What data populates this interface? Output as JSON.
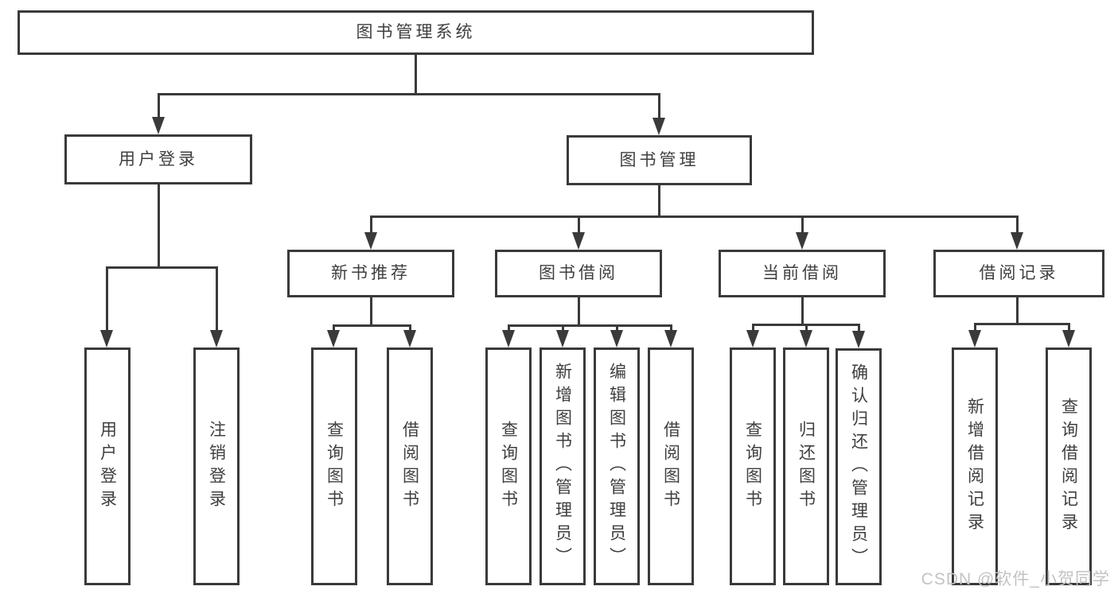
{
  "root": {
    "label": "图书管理系统"
  },
  "level2": {
    "user_login": {
      "label": "用户登录"
    },
    "book_mgmt": {
      "label": "图书管理"
    }
  },
  "level3": {
    "new_books": {
      "label": "新书推荐"
    },
    "borrow": {
      "label": "图书借阅"
    },
    "current": {
      "label": "当前借阅"
    },
    "records": {
      "label": "借阅记录"
    }
  },
  "leaves": {
    "user_login": [
      {
        "label": "用户登录"
      },
      {
        "label": "注销登录"
      }
    ],
    "new_books": [
      {
        "label": "查询图书"
      },
      {
        "label": "借阅图书"
      }
    ],
    "borrow": [
      {
        "label": "查询图书"
      },
      {
        "label": "新增图书（管理员）"
      },
      {
        "label": "编辑图书（管理员）"
      },
      {
        "label": "借阅图书"
      }
    ],
    "current": [
      {
        "label": "查询图书"
      },
      {
        "label": "归还图书"
      },
      {
        "label": "确认归还（管理员）"
      }
    ],
    "records": [
      {
        "label": "新增借阅记录"
      },
      {
        "label": "查询借阅记录"
      }
    ]
  },
  "watermark": "CSDN @软件_小贺同学"
}
